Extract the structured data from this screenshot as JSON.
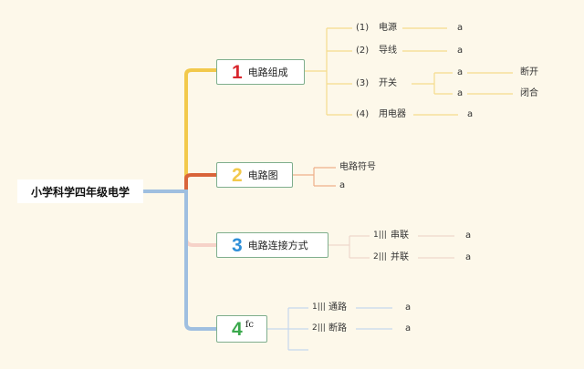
{
  "root": {
    "label": "小学科学四年级电学"
  },
  "branches": [
    {
      "number": "1",
      "number_color": "#d9272e",
      "label": "电路组成",
      "items": [
        {
          "prefix": "(1)",
          "label": "电源",
          "value": "a"
        },
        {
          "prefix": "(2)",
          "label": "导线",
          "value": "a"
        },
        {
          "prefix": "(3)",
          "label": "开关",
          "children": [
            {
              "value": "a",
              "leaf": "断开"
            },
            {
              "value": "a",
              "leaf": "闭合"
            }
          ]
        },
        {
          "prefix": "(4)",
          "label": "用电器",
          "value": "a"
        }
      ]
    },
    {
      "number": "2",
      "number_color": "#f2c94c",
      "label": "电路图",
      "items": [
        {
          "label": "电路符号"
        },
        {
          "label": "a"
        }
      ]
    },
    {
      "number": "3",
      "number_color": "#2f8fd8",
      "label": "电路连接方式",
      "items": [
        {
          "prefix": "1|||",
          "label": "串联",
          "value": "a"
        },
        {
          "prefix": "2|||",
          "label": "并联",
          "value": "a"
        }
      ]
    },
    {
      "number": "4",
      "number_color": "#3aa84c",
      "label": "fc",
      "items": [
        {
          "prefix": "1|||",
          "label": "通路",
          "value": "a"
        },
        {
          "prefix": "2|||",
          "label": "断路",
          "value": "a"
        }
      ]
    }
  ],
  "colors": {
    "background": "#fdf8ea",
    "line_branch1": "#f2c94c",
    "line_branch2": "#d9643a",
    "line_branch3": "#f6d2c8",
    "line_branch4": "#9fbfe0",
    "node_border": "#7fae8d",
    "sub_line1": "#f6dc8c",
    "sub_line2": "#eeb08a",
    "sub_line3": "#eed8cc",
    "sub_line4": "#c6d8ee"
  }
}
